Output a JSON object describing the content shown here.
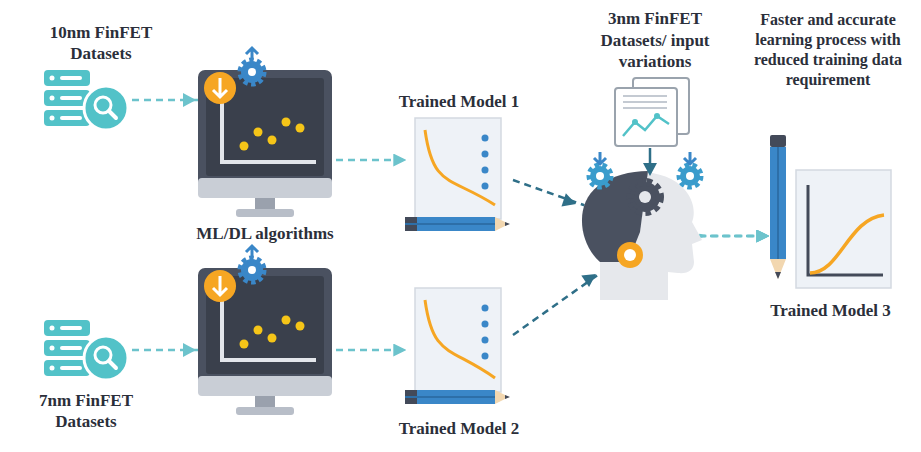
{
  "diagram": {
    "nodes": [
      {
        "text": [
          "10nm FinFET Datasets"
        ]
      },
      {
        "text": [
          "7nm FinFET Datasets"
        ]
      },
      {
        "text": [
          "Trained Model 1"
        ]
      },
      {
        "text": [
          "Trained Model 2"
        ]
      },
      {
        "text": [
          "3nm FinFET Datasets/ input variations"
        ]
      },
      {
        "text": [
          "Trained Model 3"
        ]
      }
    ],
    "edges": [
      {
        "from": 0,
        "to": 2,
        "arrow": "to"
      },
      {
        "from": 1,
        "to": 3,
        "arrow": "to"
      },
      {
        "from": 2,
        "to": 5,
        "arrow": "to"
      },
      {
        "from": 3,
        "to": 5,
        "arrow": "to"
      },
      {
        "from": 4,
        "to": 5,
        "arrow": "to"
      }
    ],
    "labels": [
      "ML/DL algorithms",
      "Faster and accurate learning process with reduced training data requirement"
    ]
  }
}
